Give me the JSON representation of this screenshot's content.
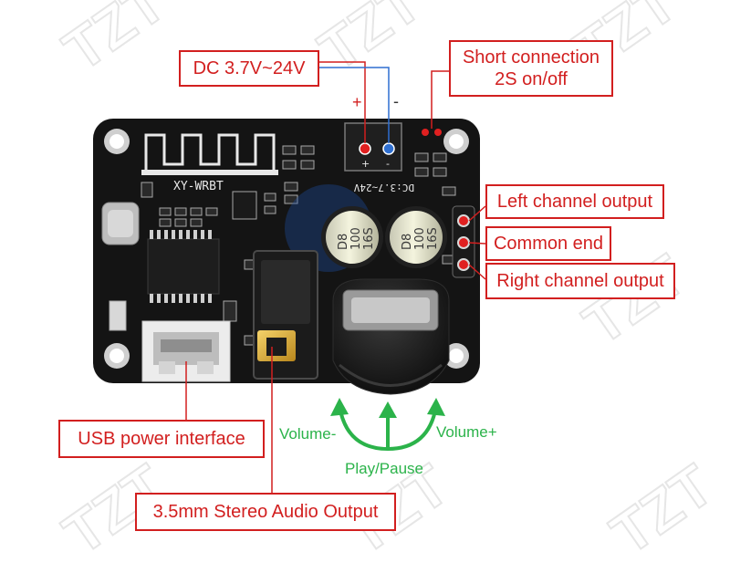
{
  "board": {
    "model_label": "XY-WRBT",
    "voltage_label": "DC:3.7~24V",
    "plus_sign": "+",
    "minus_sign": "-",
    "cap_text": [
      "D8",
      "100",
      "16S"
    ],
    "watermark": "TZT"
  },
  "callouts": {
    "dc_input": "DC 3.7V~24V",
    "short_connection": [
      "Short connection",
      "2S on/off"
    ],
    "left_channel": "Left channel output",
    "common_end": "Common end",
    "right_channel": "Right channel output",
    "usb_power": "USB power interface",
    "audio_output": "3.5mm Stereo Audio Output"
  },
  "controls": {
    "volume_minus": "Volume-",
    "volume_plus": "Volume+",
    "play_pause": "Play/Pause"
  },
  "colors": {
    "callout_red": "#d21f1f",
    "control_green": "#2bb34a",
    "wire_blue": "#2f6fd0",
    "pcb_black": "#141414"
  }
}
